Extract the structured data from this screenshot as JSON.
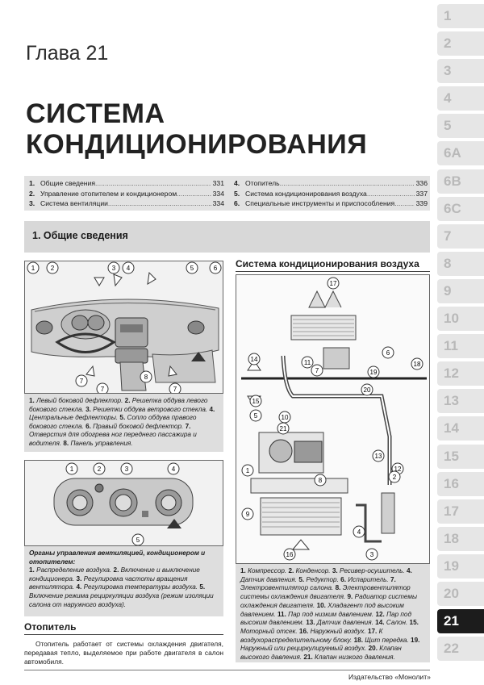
{
  "chapter": "Глава 21",
  "title_line1": "СИСТЕМА",
  "title_line2": "КОНДИЦИОНИРОВАНИЯ",
  "toc_left": [
    {
      "num": "1.",
      "text": "Общие сведения",
      "page": "331"
    },
    {
      "num": "2.",
      "text": "Управление отопителем и кондиционером",
      "page": "334"
    },
    {
      "num": "3.",
      "text": "Система вентиляции",
      "page": "334"
    }
  ],
  "toc_right": [
    {
      "num": "4.",
      "text": "Отопитель",
      "page": "336"
    },
    {
      "num": "5.",
      "text": "Система кондиционирования воздуха",
      "page": "337"
    },
    {
      "num": "6.",
      "text": "Специальные инструменты и приспособления",
      "page": "339"
    }
  ],
  "section_heading": "1. Общие сведения",
  "dash_callouts": [
    "1",
    "2",
    "3",
    "4",
    "5",
    "6",
    "7",
    "7",
    "8",
    "7"
  ],
  "dash_caption": [
    {
      "n": "1.",
      "t": " Левый боковой дефлектор. "
    },
    {
      "n": "2.",
      "t": " Решетка обдува левого бокового стекла. "
    },
    {
      "n": "3.",
      "t": " Решетки обдува ветрового стекла. "
    },
    {
      "n": "4.",
      "t": " Центральные дефлекторы. "
    },
    {
      "n": "5.",
      "t": " Сопло обдува правого бокового стекла. "
    },
    {
      "n": "6.",
      "t": " Правый боковой дефлектор. "
    },
    {
      "n": "7.",
      "t": " Отверстия для обогрева ног переднего пассажира и водителя. "
    },
    {
      "n": "8.",
      "t": " Панель управления."
    }
  ],
  "ctrl_callouts": [
    "1",
    "2",
    "3",
    "4",
    "5"
  ],
  "ctrl_caption_head": "Органы управления вентиляцией, кондиционером и отопителем:",
  "ctrl_caption": [
    {
      "n": "1.",
      "t": " Распределение воздуха. "
    },
    {
      "n": "2.",
      "t": " Включение и выключение кондиционера. "
    },
    {
      "n": "3.",
      "t": " Регулировка частоты вращения вентилятора. "
    },
    {
      "n": "4.",
      "t": " Регулировка температуры воздуха. "
    },
    {
      "n": "5.",
      "t": " Включение режима рециркуляции воздуха (режим изоляции салона от наружного воздуха)."
    }
  ],
  "heater_title": "Отопитель",
  "heater_text": "Отопитель работает от системы охлаждения двигателя, передавая тепло, выделяемое при работе двигателя в салон автомобиля.",
  "ac_title": "Система кондиционирования воздуха",
  "ac_callouts": [
    "17",
    "6",
    "7",
    "11",
    "19",
    "18",
    "14",
    "20",
    "15",
    "5",
    "21",
    "10",
    "13",
    "12",
    "2",
    "1",
    "8",
    "9",
    "4",
    "16",
    "3"
  ],
  "ac_caption": [
    {
      "n": "1.",
      "t": " Компрессор. "
    },
    {
      "n": "2.",
      "t": " Конденсор. "
    },
    {
      "n": "3.",
      "t": " Ресивер-осушитель. "
    },
    {
      "n": "4.",
      "t": " Датчик давления. "
    },
    {
      "n": "5.",
      "t": " Редуктор. "
    },
    {
      "n": "6.",
      "t": " Испаритель. "
    },
    {
      "n": "7.",
      "t": " Электровентилятор салона. "
    },
    {
      "n": "8.",
      "t": " Электровентилятор системы охлаждения двигателя. "
    },
    {
      "n": "9.",
      "t": " Радиатор системы охлаждения двигателя. "
    },
    {
      "n": "10.",
      "t": " Хладагент под высоким давлением. "
    },
    {
      "n": "11.",
      "t": " Пар под низким давлением. "
    },
    {
      "n": "12.",
      "t": " Пар под высоким давлением. "
    },
    {
      "n": "13.",
      "t": " Датчик давления. "
    },
    {
      "n": "14.",
      "t": " Салон. "
    },
    {
      "n": "15.",
      "t": " Моторный отсек. "
    },
    {
      "n": "16.",
      "t": " Наружный воздух. "
    },
    {
      "n": "17.",
      "t": " К воздухораспределительному блоку. "
    },
    {
      "n": "18.",
      "t": " Щит передка. "
    },
    {
      "n": "19.",
      "t": " Наружный или рециркулируемый воздух. "
    },
    {
      "n": "20.",
      "t": " Клапан высокого давления. "
    },
    {
      "n": "21.",
      "t": " Клапан низкого давления."
    }
  ],
  "publisher": "Издательство «Монолит»",
  "tabs": [
    "1",
    "2",
    "3",
    "4",
    "5",
    "6A",
    "6B",
    "6C",
    "7",
    "8",
    "9",
    "10",
    "11",
    "12",
    "13",
    "14",
    "15",
    "16",
    "17",
    "18",
    "19",
    "20",
    "21",
    "22"
  ],
  "active_tab": "21",
  "colors": {
    "toc_bg": "#e2e2e2",
    "section_bg": "#d8d8d8",
    "caption_bg": "#dedede",
    "tab_bg": "#e6e6e6",
    "tab_active": "#1c1c1c"
  }
}
